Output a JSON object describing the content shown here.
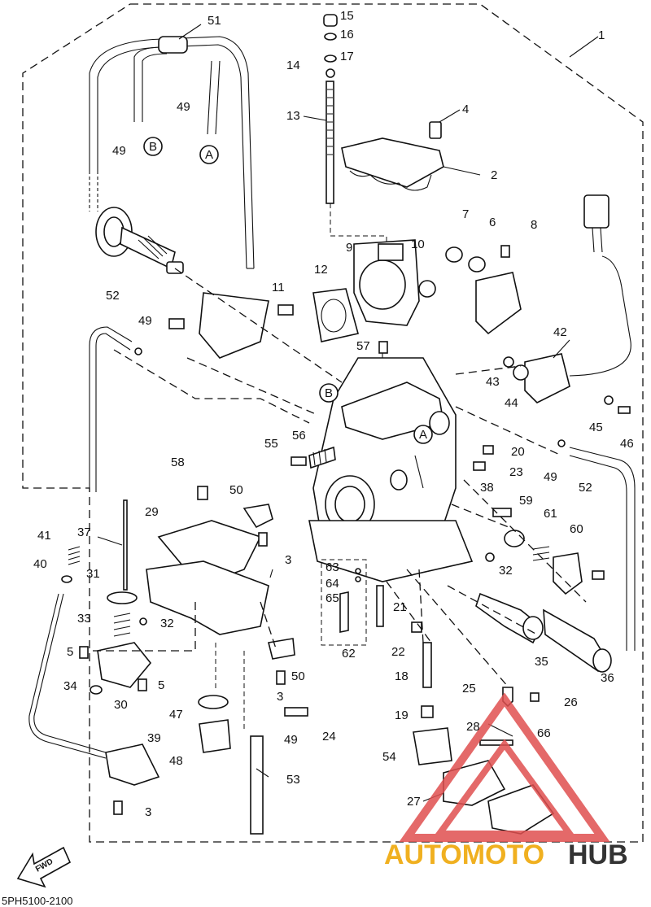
{
  "diagram": {
    "drawing_code": "5PH5100-2100",
    "forward_label": "FWD",
    "part_numbers": [
      "1",
      "2",
      "3",
      "4",
      "5",
      "6",
      "7",
      "8",
      "9",
      "10",
      "11",
      "12",
      "13",
      "14",
      "15",
      "16",
      "17",
      "18",
      "19",
      "20",
      "21",
      "22",
      "23",
      "24",
      "25",
      "26",
      "27",
      "28",
      "29",
      "30",
      "31",
      "32",
      "33",
      "34",
      "35",
      "36",
      "37",
      "38",
      "39",
      "40",
      "41",
      "42",
      "43",
      "44",
      "45",
      "46",
      "47",
      "48",
      "49",
      "50",
      "51",
      "52",
      "53",
      "54",
      "55",
      "56",
      "57",
      "58",
      "59",
      "60",
      "61",
      "62",
      "63",
      "64",
      "65",
      "66"
    ],
    "connector_labels": [
      "A",
      "B"
    ]
  },
  "watermark": {
    "part1": "AUTOMOTO",
    "part2": "HUB",
    "color1": "#f0b020",
    "color2": "#333333",
    "triangle_color": "#e05050"
  }
}
